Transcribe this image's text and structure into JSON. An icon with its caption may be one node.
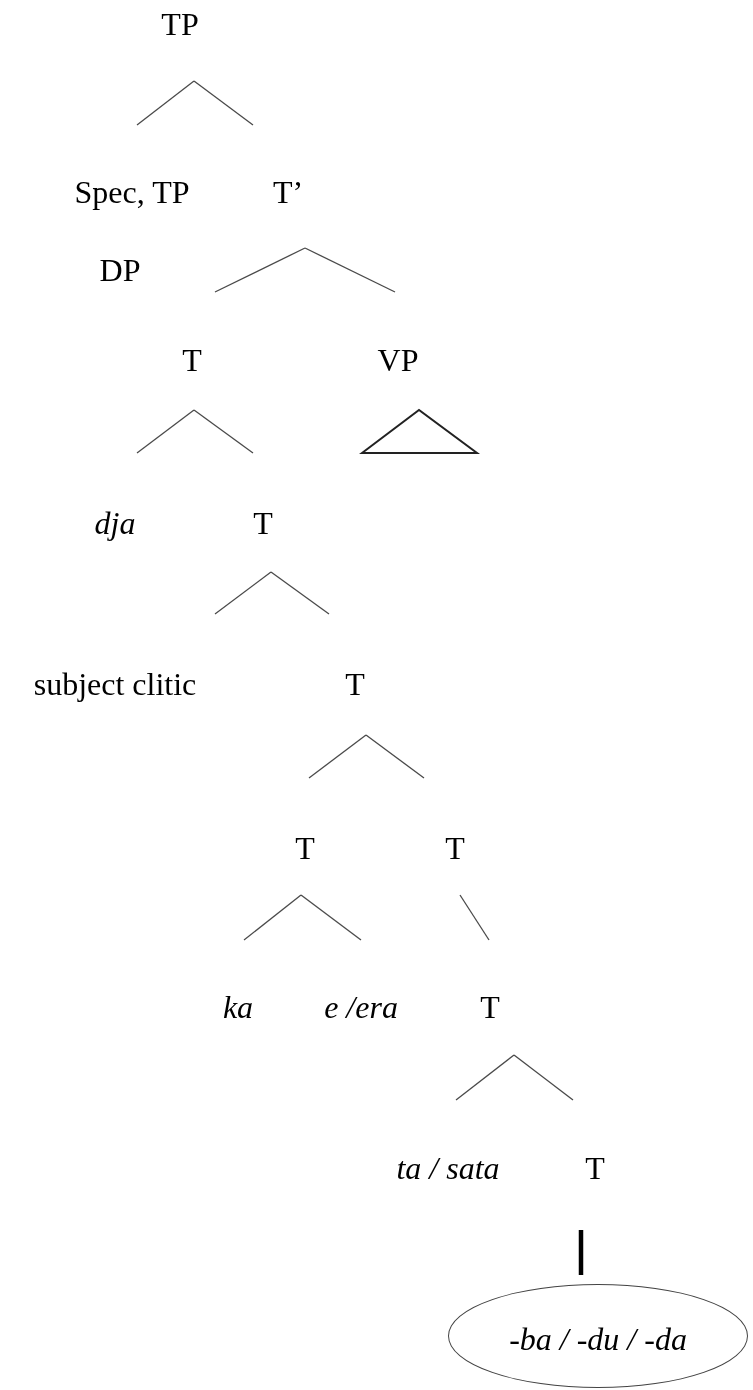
{
  "diagram": {
    "nodes": [
      {
        "text": [
          "TP"
        ]
      },
      {
        "text": [
          "Spec, TP"
        ]
      },
      {
        "text": [
          "T’"
        ]
      },
      {
        "text": [
          "T"
        ]
      },
      {
        "text": [
          "VP"
        ]
      },
      {
        "text": [
          "dja"
        ]
      },
      {
        "text": [
          "T"
        ]
      },
      {
        "text": [
          "subject clitic"
        ]
      },
      {
        "text": [
          "T"
        ]
      },
      {
        "text": [
          "T"
        ]
      },
      {
        "text": [
          "T"
        ]
      },
      {
        "text": [
          "ka"
        ]
      },
      {
        "text": [
          "e /era"
        ]
      },
      {
        "text": [
          "T"
        ]
      },
      {
        "text": [
          "ta / sata"
        ]
      },
      {
        "text": [
          "T"
        ]
      },
      {
        "text": [
          "-ba / -du / -da"
        ]
      }
    ],
    "edges": [
      {
        "from": 0,
        "to": 1,
        "arrow": "none"
      },
      {
        "from": 0,
        "to": 2,
        "arrow": "none"
      },
      {
        "from": 2,
        "to": 3,
        "arrow": "none"
      },
      {
        "from": 2,
        "to": 4,
        "arrow": "none"
      },
      {
        "from": 3,
        "to": 5,
        "arrow": "none"
      },
      {
        "from": 3,
        "to": 6,
        "arrow": "none"
      },
      {
        "from": 6,
        "to": 7,
        "arrow": "none"
      },
      {
        "from": 6,
        "to": 8,
        "arrow": "none"
      },
      {
        "from": 8,
        "to": 9,
        "arrow": "none"
      },
      {
        "from": 8,
        "to": 10,
        "arrow": "none"
      },
      {
        "from": 9,
        "to": 11,
        "arrow": "none"
      },
      {
        "from": 9,
        "to": 12,
        "arrow": "none"
      },
      {
        "from": 10,
        "to": 13,
        "arrow": "none"
      },
      {
        "from": 13,
        "to": 14,
        "arrow": "none"
      },
      {
        "from": 13,
        "to": 15,
        "arrow": "none"
      },
      {
        "from": 15,
        "to": 16,
        "arrow": "none",
        "style": "thick",
        "color": "#000000"
      }
    ],
    "labels": [
      "DP"
    ]
  }
}
